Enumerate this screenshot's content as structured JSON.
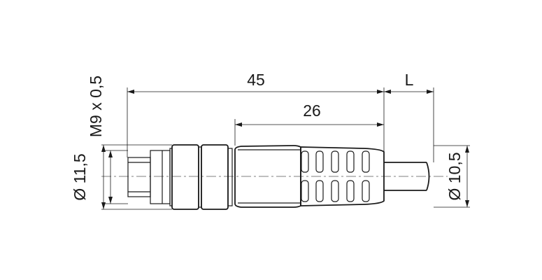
{
  "dimensions": {
    "overall_length": "45",
    "body_length": "26",
    "cable_length": "L",
    "thread": "M9 x 0,5",
    "diameter_coupling": "Ø 11,5",
    "diameter_body": "Ø 10,5"
  },
  "colors": {
    "line": "#1a1a1a",
    "background": "#ffffff"
  }
}
